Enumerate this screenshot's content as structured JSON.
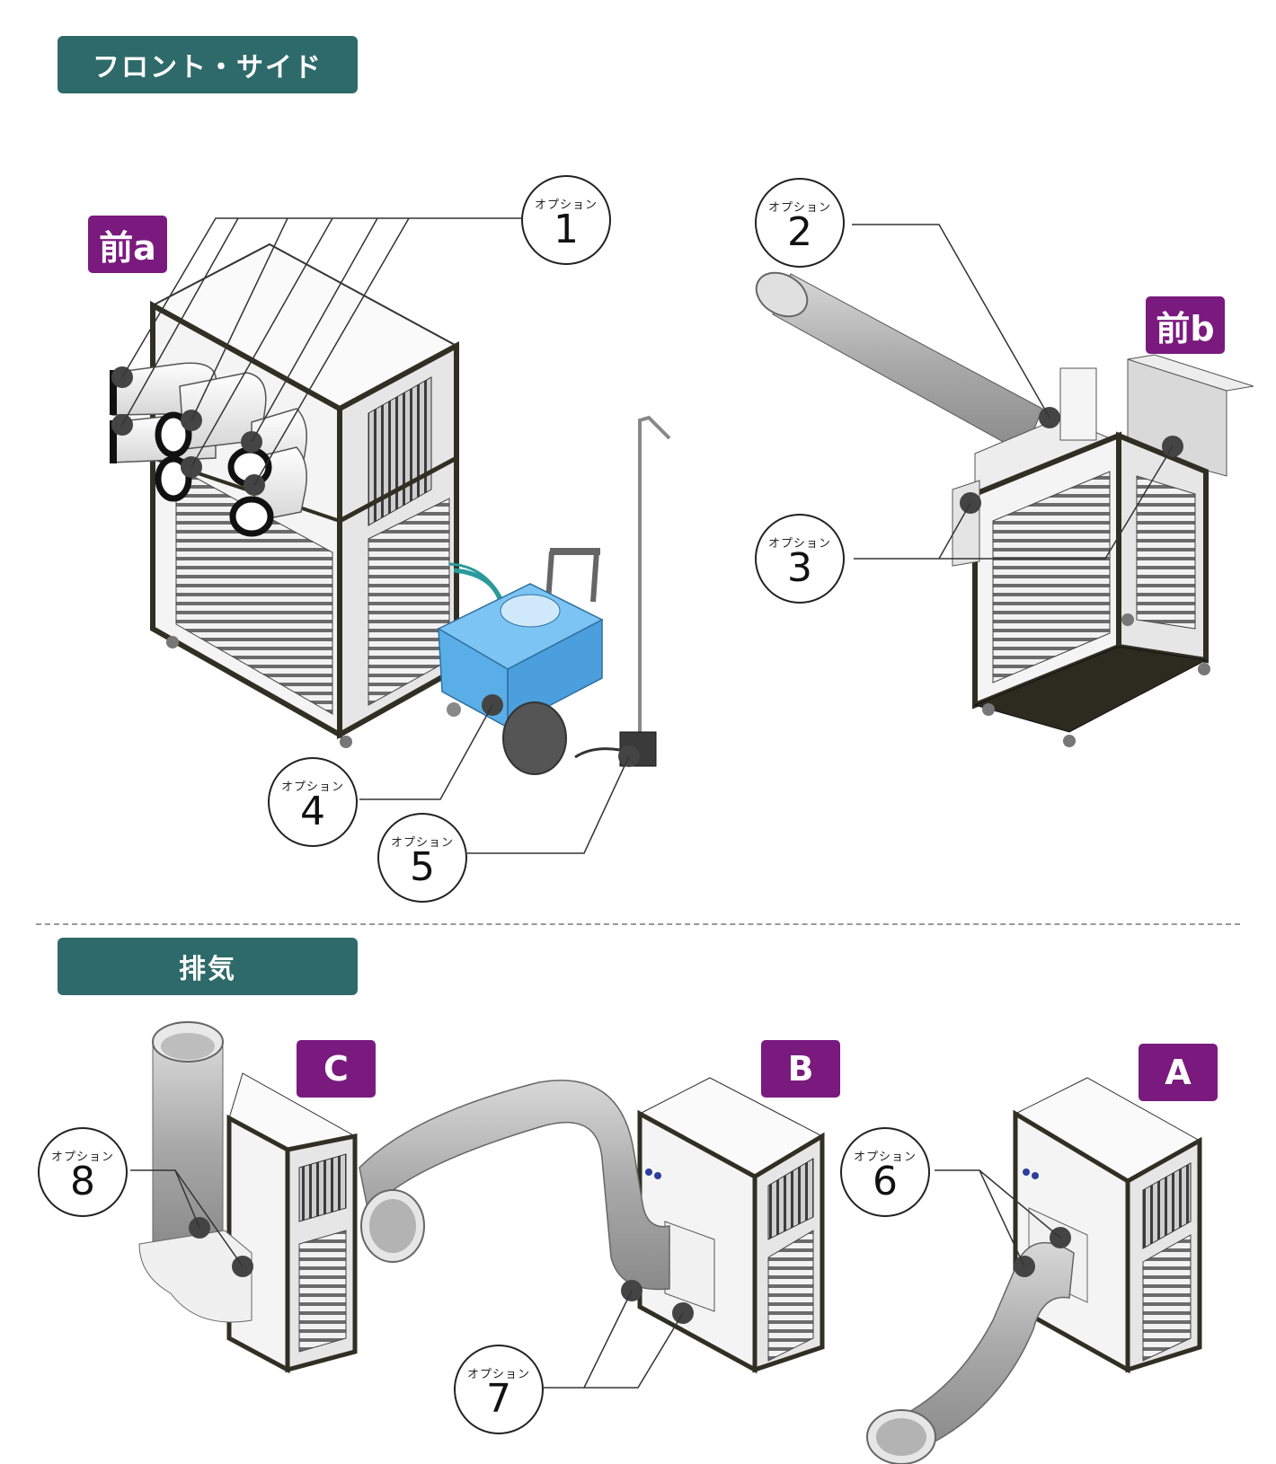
{
  "sections": {
    "front_side": "フロント・サイド",
    "exhaust": "排気"
  },
  "tags": {
    "front_a": "前a",
    "front_b": "前b",
    "c": "C",
    "b": "B",
    "a": "A"
  },
  "option_label": "オプション",
  "options": {
    "o1": "1",
    "o2": "2",
    "o3": "3",
    "o4": "4",
    "o5": "5",
    "o6": "6",
    "o7": "7",
    "o8": "8"
  },
  "colors": {
    "header_bg": "#2e6a6a",
    "tag_bg": "#7a1a7e",
    "tank_blue": "#5aaee8"
  }
}
